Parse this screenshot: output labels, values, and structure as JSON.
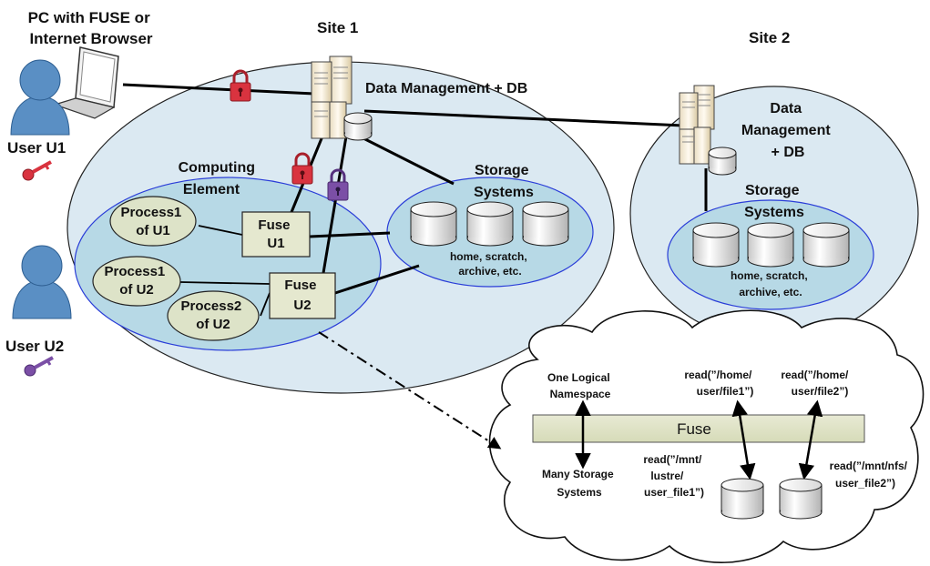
{
  "pc_label": [
    "PC with FUSE or",
    "Internet Browser"
  ],
  "user_u1": "User U1",
  "user_u2": "User U2",
  "site1_title": "Site 1",
  "site2_title": "Site 2",
  "site1_dm": "Data Management + DB",
  "site2_dm": [
    "Data",
    "Management",
    "+ DB"
  ],
  "computing_element": [
    "Computing",
    "Element"
  ],
  "storage_systems": [
    "Storage",
    "Systems"
  ],
  "storage_contents": [
    "home, scratch,",
    "archive, etc."
  ],
  "process1_u1": [
    "Process1",
    "of U1"
  ],
  "process1_u2": [
    "Process1",
    "of U2"
  ],
  "process2_u2": [
    "Process2",
    "of U2"
  ],
  "fuse_u1": [
    "Fuse",
    "U1"
  ],
  "fuse_u2": [
    "Fuse",
    "U2"
  ],
  "cloud": {
    "namespace": [
      "One Logical",
      "Namespace"
    ],
    "many_storage": [
      "Many Storage",
      "Systems"
    ],
    "fuse_bar": "Fuse",
    "read_home1": [
      "read(”/home/",
      "user/file1”)"
    ],
    "read_home2": [
      "read(”/home/",
      "user/file2”)"
    ],
    "read_lustre": [
      "read(”/mnt/",
      "lustre/",
      "user_file1”)"
    ],
    "read_nfs": [
      "read(”/mnt/nfs/",
      "user_file2”)"
    ]
  },
  "colors": {
    "site_fill": "#dbe9f2",
    "inner_fill": "#b7d9e6",
    "process_fill": "#dde3c8",
    "box_fill": "#e5e8cf",
    "user_blue": "#5a8fc4",
    "lock_red": "#d9333f",
    "lock_purple": "#7b4fa6"
  }
}
